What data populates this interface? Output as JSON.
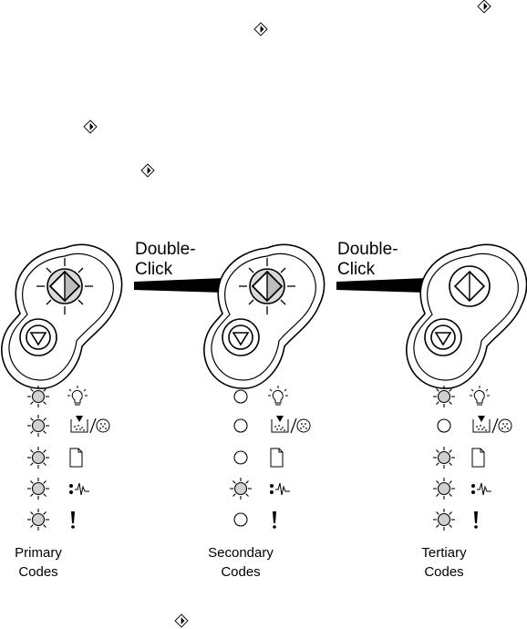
{
  "arrows": [
    {
      "line1": "Double-",
      "line2": "Click"
    },
    {
      "line1": "Double-",
      "line2": "Click"
    }
  ],
  "panels": [
    {
      "caption_line1": "Primary",
      "caption_line2": "Codes",
      "go_button": "blinking",
      "lights": [
        {
          "indicator": "ready",
          "state": "blinking"
        },
        {
          "indicator": "toner-cartridge",
          "state": "blinking"
        },
        {
          "indicator": "load-paper",
          "state": "blinking"
        },
        {
          "indicator": "paper-jam",
          "state": "blinking"
        },
        {
          "indicator": "error",
          "state": "blinking"
        }
      ]
    },
    {
      "caption_line1": "Secondary",
      "caption_line2": "Codes",
      "go_button": "blinking",
      "lights": [
        {
          "indicator": "ready",
          "state": "off"
        },
        {
          "indicator": "toner-cartridge",
          "state": "off"
        },
        {
          "indicator": "load-paper",
          "state": "off"
        },
        {
          "indicator": "paper-jam",
          "state": "blinking"
        },
        {
          "indicator": "error",
          "state": "off"
        }
      ]
    },
    {
      "caption_line1": "Tertiary",
      "caption_line2": "Codes",
      "go_button": "off",
      "lights": [
        {
          "indicator": "ready",
          "state": "blinking"
        },
        {
          "indicator": "toner-cartridge",
          "state": "off"
        },
        {
          "indicator": "load-paper",
          "state": "blinking"
        },
        {
          "indicator": "paper-jam",
          "state": "blinking"
        },
        {
          "indicator": "error",
          "state": "blinking"
        }
      ]
    }
  ],
  "marker_icons": [
    "go-diamond-icon",
    "go-diamond-icon",
    "go-diamond-icon",
    "go-diamond-icon",
    "go-diamond-icon"
  ]
}
